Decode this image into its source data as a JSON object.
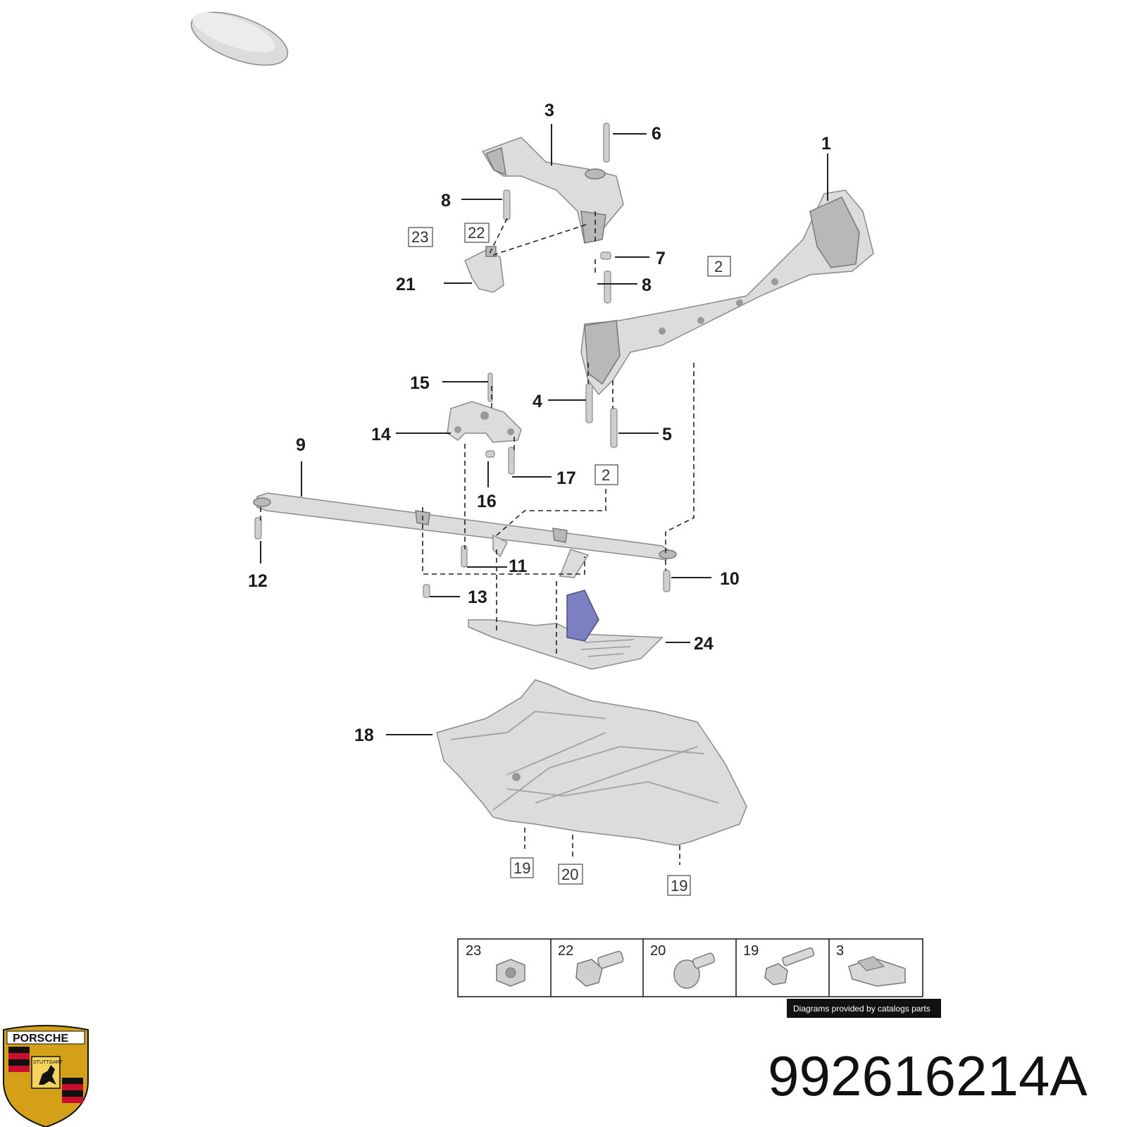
{
  "callouts": {
    "c1": "1",
    "c3": "3",
    "c4": "4",
    "c5": "5",
    "c6": "6",
    "c7": "7",
    "c8a": "8",
    "c8b": "8",
    "c9": "9",
    "c10": "10",
    "c11": "11",
    "c12": "12",
    "c13": "13",
    "c14": "14",
    "c15": "15",
    "c16": "16",
    "c17": "17",
    "c18": "18",
    "c21": "21",
    "c24": "24"
  },
  "boxed_callouts": {
    "b23": "23",
    "b22": "22",
    "b2a": "2",
    "b2b": "2",
    "b19a": "19",
    "b20": "20",
    "b19b": "19"
  },
  "legend": [
    {
      "number": "23",
      "icon": "flange-nut-icon"
    },
    {
      "number": "22",
      "icon": "hex-bolt-icon"
    },
    {
      "number": "20",
      "icon": "push-rivet-icon"
    },
    {
      "number": "19",
      "icon": "flange-bolt-icon"
    },
    {
      "number": "3",
      "icon": "clip-nut-icon"
    }
  ],
  "credit": "Diagrams provided by catalogs parts",
  "part_number": "992616214A",
  "logo": {
    "brand": "PORSCHE",
    "city": "STUTTGART",
    "icon": "porsche-crest-icon"
  },
  "colors": {
    "line": "#222222",
    "part_fill": "#dcdcdc",
    "accent_blue": "#7c7fc0",
    "crest_red": "#c8102e",
    "crest_gold": "#d4a017"
  }
}
